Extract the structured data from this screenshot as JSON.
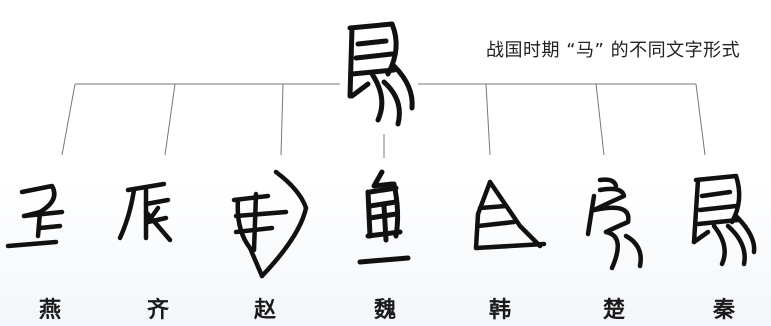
{
  "diagram": {
    "title": "战国时期 “马” 的不同文字形式",
    "center_glyph": "ma-character-glyph-center",
    "states": [
      {
        "label": "燕",
        "glyph": "yan-ma-glyph"
      },
      {
        "label": "齐",
        "glyph": "qi-ma-glyph"
      },
      {
        "label": "赵",
        "glyph": "zhao-ma-glyph"
      },
      {
        "label": "魏",
        "glyph": "wei-ma-glyph"
      },
      {
        "label": "韩",
        "glyph": "han-ma-glyph"
      },
      {
        "label": "楚",
        "glyph": "chu-ma-glyph"
      },
      {
        "label": "秦",
        "glyph": "qin-ma-glyph"
      }
    ]
  }
}
